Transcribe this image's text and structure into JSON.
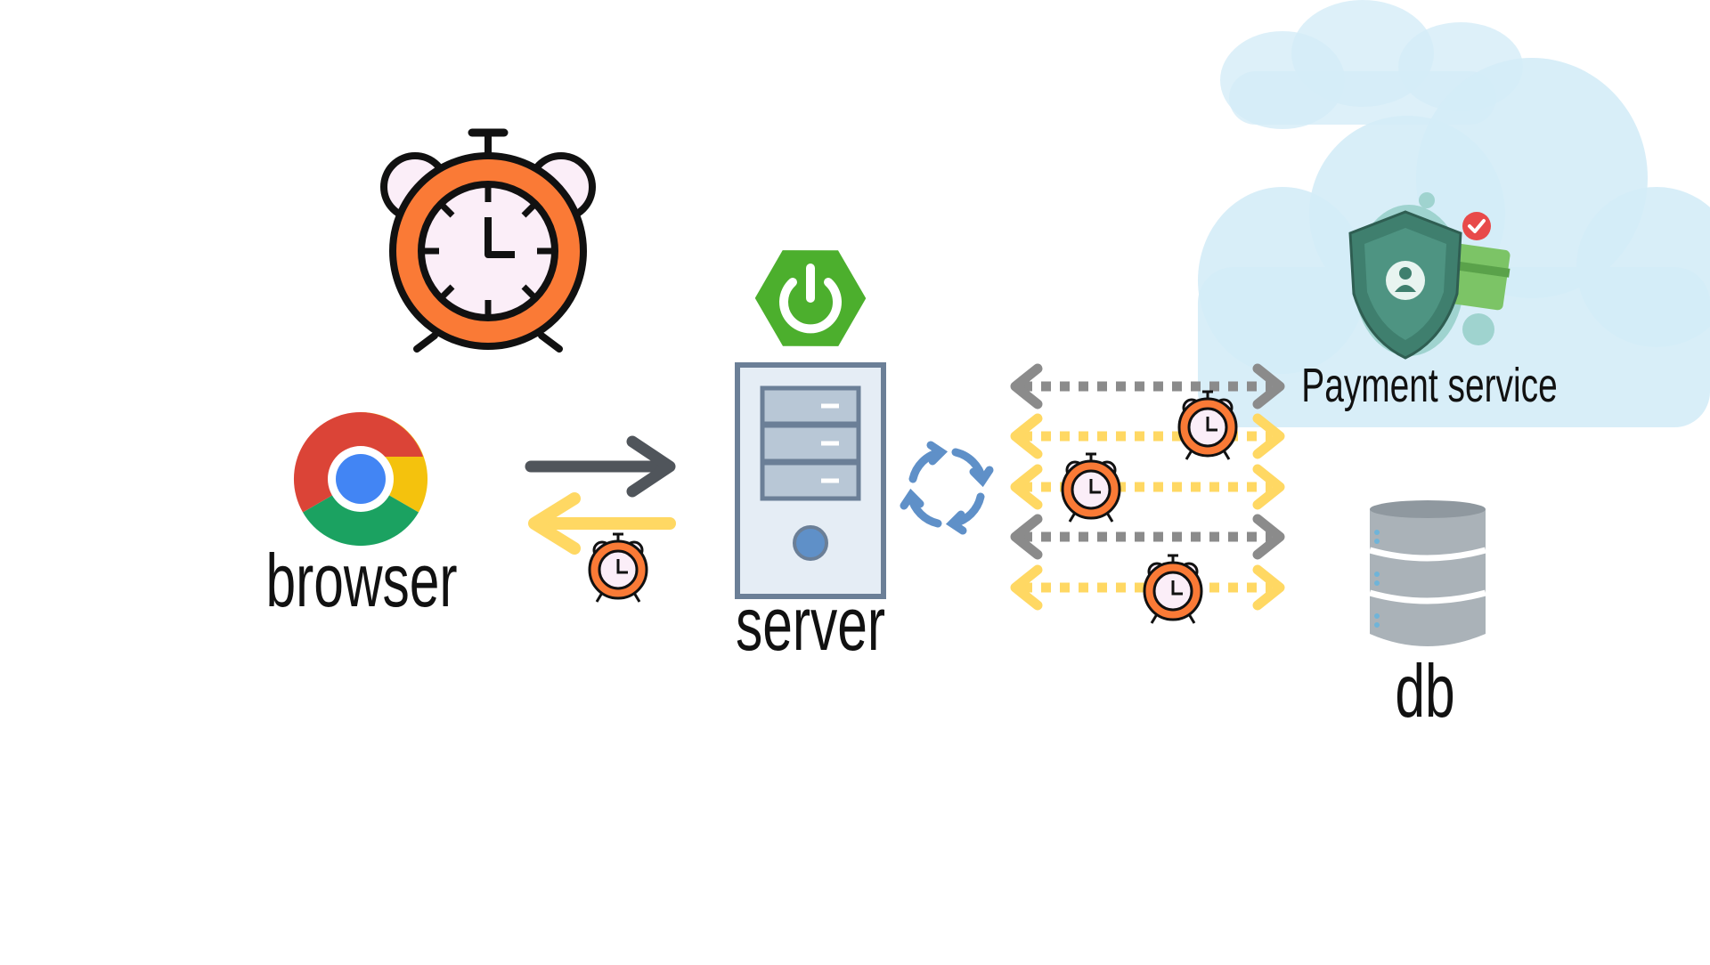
{
  "labels": {
    "browser": "browser",
    "server": "server",
    "payment_service": "Payment service",
    "db": "db"
  },
  "colors": {
    "alarm_orange": "#fa7a36",
    "alarm_face": "#fbeef8",
    "outline": "#111111",
    "spring_green": "#4caf2d",
    "arrow_dark": "#50555b",
    "arrow_yellow": "#ffd863",
    "arrow_gray": "#8b8b8b",
    "cloud": "#d4ecf7",
    "server_frame": "#6b7f97",
    "sync_blue": "#5f90c8",
    "shield_teal": "#3f7f6e",
    "db_gray": "#aab2b8"
  },
  "icons": {
    "big_clock": "alarm-clock-icon",
    "small_clock": "alarm-clock-icon",
    "browser": "chrome-icon",
    "spring": "spring-power-icon",
    "server": "server-tower-icon",
    "sync": "sync-icon",
    "payment": "shield-card-icon",
    "db": "database-icon"
  }
}
